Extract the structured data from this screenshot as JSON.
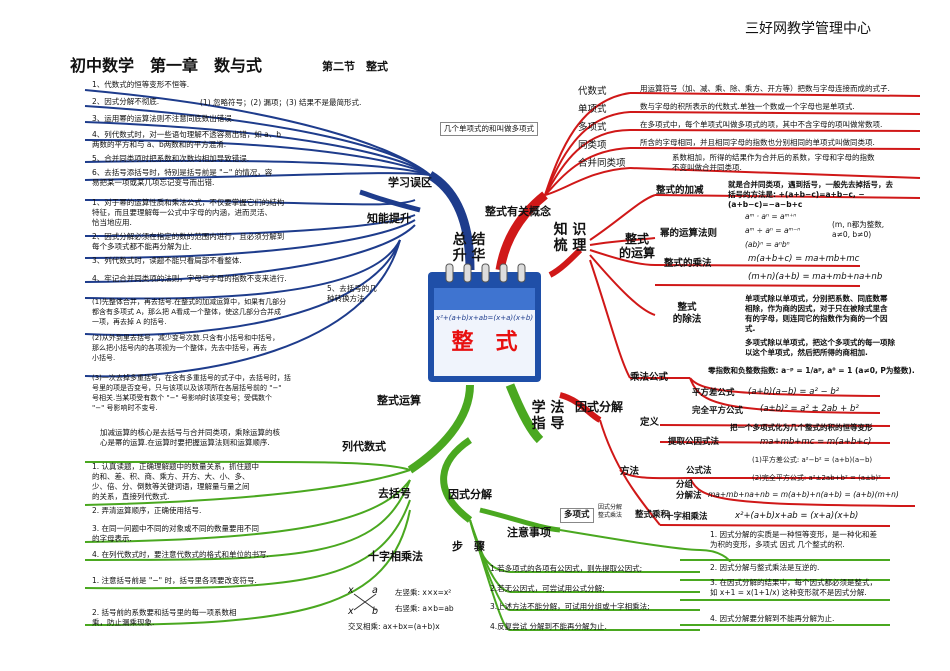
{
  "header": {
    "org": "三好网教学管理中心",
    "title": "初中数学　第一章　数与式",
    "section": "第二节　整式"
  },
  "center": {
    "formula": "x²+(a+b)x+ab=(x+a)(x+b)",
    "title": "整　式"
  },
  "branches": {
    "zongjie": "总 结\n升 华",
    "zhishi": "知 识\n梳 理",
    "xuefa": "学 法\n指 导",
    "jiejue": "整式有关概念"
  },
  "left_top": {
    "xuexi_wuqu": "学习误区",
    "zhineng_tisheng": "知能提升",
    "wuqu_items": [
      "1、代数式的恒等变形不恒等.",
      "2、因式分解不彻底.",
      "3、运用幂的运算法则不注意同底数出错误.",
      "4、列代数式时，对一些语句理解不透容易出错，如 a、b",
      "    两数的平方和与 a、b两数和的平方混淆.",
      "5、合并同类项时把系数和次数均相加导致错误.",
      "6、去括号添括号时，特别是括号前是 \"−\" 的情况，容",
      "    易把某一项或某几项忘记变号而出错."
    ],
    "wuqu_note": "(1) 忽略符号；(2) 漏项；(3) 结果不是最简形式.",
    "tisheng_items": [
      "1、对于幂的运算性质和乘法公式，不仅要掌握它们的结构",
      "    特征，而且要理解每一公式中字母的内涵，进而灵活、",
      "    恰当地应用.",
      "2、因式分解必须在指定的数的范围内进行，且必须分解到",
      "    每个多项式都不能再分解为止.",
      "3、列代数式时，读题不能只看局部不看整体.",
      "4、牢记合并同类项的法则，字母与字母的指数不变来进行."
    ],
    "kuohao_title": "5、去括号的几\n种转换方法",
    "kuohao_items": [
      "(1)先整体合并，再去括号.在整式的加减运算中，如果有几部分",
      "    都含有多项式 A，那么把 A看成一个整体，使这几部分合并成",
      "    一项，再去掉 A 的括号.",
      "(2)从外到里去括号，减少变号次数.只含有小括号和中括号，",
      "    那么把小括号内的各项视为一个整体，先去中括号，再去",
      "    小括号.",
      "(3)一次去掉多重括号，在含有多重括号的式子中，去括号时，括",
      "    号里的项是否变号，只与该项以及该项所在各层括号前的 \"−\"",
      "    号相关.当某项受有数个 \"−\" 号影响时该项变号；受偶数个",
      "    \"−\" 号影响时不变号."
    ]
  },
  "left_bottom": {
    "zhengshi_yunsuan": "整式运算",
    "yunsuan_note": [
      "加减运算的核心是去括号与合并同类项，乘除运算的核",
      "心是幂的运算.在运算时要把握运算法则和运算顺序."
    ],
    "liedaishushi": "列代数式",
    "lie_items": [
      "1. 认真读题，正确理解题中的数量关系，抓住题中",
      "    的和、差、积、商、乘方、开方、大、小、多、",
      "    少、倍、分、倒数等关键词语，理解量与量之间",
      "    的关系，直接列代数式.",
      "2. 弄清运算顺序，正确使用括号.",
      "3. 在同一问题中不同的对象或不同的数量要用不同",
      "    的字母表示.",
      "4. 在列代数式时，要注意代数式的格式和单位的书写."
    ],
    "qukuohao": "去括号",
    "qu_items": [
      "1. 注意括号前是 \"−\" 时，括号里各项要改变符号.",
      "2. 括号前的系数要和括号里的每一项系数相",
      "    乘，防止漏乘现象."
    ],
    "shizi": "十字相乘法",
    "shizi_left": "左竖乘: x×x=x²",
    "shizi_right": "右竖乘: a×b=ab",
    "shizi_cross": "交叉相乘: ax+bx=(a+b)x",
    "cross_x1": "x",
    "cross_x2": "x",
    "cross_a": "a",
    "cross_b": "b"
  },
  "right_top": {
    "gainian": [
      {
        "label": "代数式",
        "desc": "用运算符号（加、减、乘、除、乘方、开方等）把数与字母连接而成的式子."
      },
      {
        "label": "单项式",
        "desc": "数与字母的积所表示的代数式.单独一个数或一个字母也是单项式."
      },
      {
        "label": "多项式",
        "desc": "在多项式中，每个单项式叫做多项式的项，其中不含字母的项叫做常数项."
      },
      {
        "label": "同类项",
        "desc": "所含的字母相同，并且相同字母的指数也分别相同的单项式叫做同类项."
      },
      {
        "label": "合并同类项",
        "desc": "系数相加，所得的结果作为合并后的系数，字母和字母的指数\n不变叫做合并同类项."
      }
    ],
    "side_note": "几个单项式的和叫做多项式",
    "zhengshi_yunsuan": "整式\n的运算",
    "jiajian": "整式的加减",
    "jiajian_desc": "就是合并同类项，遇到括号，一般先去掉括号，去\n括号的方法是: +(a+b−c)=a+b−c, −(a+b−c)=−a−b+c",
    "mi": "幂的运算法则",
    "mi_f1": "aᵐ · aⁿ = aᵐ⁺ⁿ",
    "mi_f2": "aᵐ ÷ aⁿ = aᵐ⁻ⁿ",
    "mi_f3": "(ab)ⁿ = aⁿbⁿ",
    "mi_cond": "(m, n都为整数,\n  a≠0, b≠0)",
    "chengfa": "整式的乘法",
    "cf1": "m(a+b+c) = ma+mb+mc",
    "cf2": "(m+n)(a+b) = ma+mb+na+nb",
    "chufa": "整式\n的除法",
    "chu1": "单项式除以单项式，分别把系数、同底数幂\n相除，作为商的因式，对于只在被除式里含\n有的字母，则连同它的指数作为商的一个因\n式.",
    "chu2": "多项式除以单项式，把这个多项式的每一项除\n以这个单项式，然后把所得的商相加.",
    "chu3": "零指数和负整数指数: a⁻ᵖ = 1/aᵖ, a⁰ = 1 (a≠0, P为整数).",
    "chengfa_gongshi": "乘法公式",
    "pfc": "平方差公式",
    "pfc_f": "(a+b)(a−b) = a² − b²",
    "wqpf": "完全平方公式",
    "wqpf_f": "(a±b)² = a² ± 2ab + b²"
  },
  "right_bottom": {
    "yinshi": "因式分解",
    "dingyi": "定义",
    "dingyi_desc": "把一个多项式化为几个整式的积的恒等变形",
    "fangfa": "方法",
    "tigong": "提取公因式法",
    "tigong_f": "ma+mb+mc = m(a+b+c)",
    "gongshi": "公式法",
    "gs1": "(1)平方差公式: a²−b² = (a+b)(a−b)",
    "gs2": "(2)完全平方公式: a²±2ab+b² = (a±b)²",
    "fenzu": "分组\n分解法",
    "fenzu_f": "ma+mb+na+nb = m(a+b)+n(a+b) = (a+b)(m+n)",
    "shizi": "十字相乘法",
    "shizi_f": "x²+(a+b)x+ab = (x+a)(x+b)",
    "yinshi2": "因式分解",
    "zhuyi": "注意事项",
    "buzhou": "步　骤",
    "duo_box": "多项式",
    "duo_small": "因式分解\n整式乘法",
    "zheng_box": "整式乘积",
    "zhuyi_items": [
      "1. 因式分解的实质是一种恒等变形，是一种化和差\n为积的变形，多项式 因式 几个整式的积.",
      "2. 因式分解与整式乘法是互逆的.",
      "3. 在因式分解的结果中，每个因式都必须是整式，\n如 x+1 = x(1+1/x) 这种变形就不是因式分解.",
      "4. 因式分解要分解到不能再分解为止."
    ],
    "buzhou_items": [
      "1.若多项式的各项有公因式，则先提取公因式;",
      "2.若无公因式，可尝试用公式分解;",
      "3.上述方法不能分解，可试用分组或十字相乘法;",
      "4.反复尝试 分解到不能再分解为止."
    ]
  },
  "colors": {
    "blue": "#1e3c8c",
    "red": "#d01818",
    "green": "#4aa820",
    "center_bg": "#2d5fb8"
  }
}
